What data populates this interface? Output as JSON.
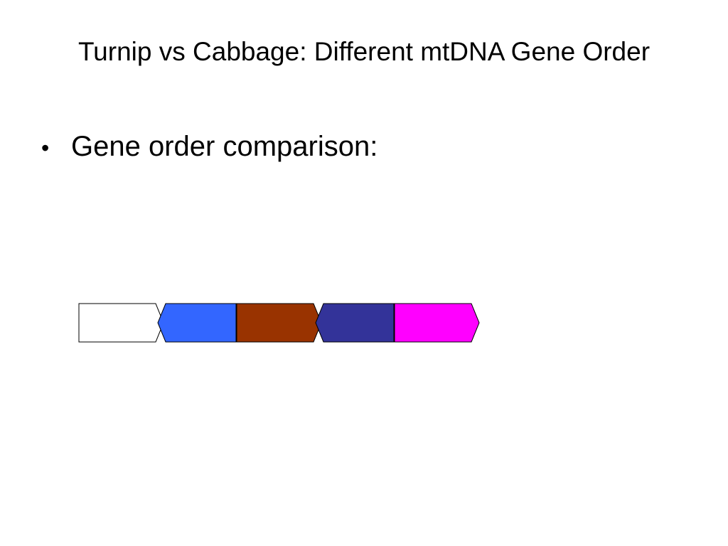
{
  "slide": {
    "title": "Turnip vs Cabbage: Different mtDNA Gene Order",
    "bullet_glyph": "•",
    "bullets": [
      "Gene order comparison:"
    ]
  },
  "gene_diagram": {
    "genes": [
      {
        "name": "",
        "direction": "right",
        "fill": "#FFFFFF"
      },
      {
        "name": "",
        "direction": "left",
        "fill": "#3366FF"
      },
      {
        "name": "",
        "direction": "right",
        "fill": "#993300"
      },
      {
        "name": "",
        "direction": "left",
        "fill": "#333399"
      },
      {
        "name": "",
        "direction": "right",
        "fill": "#FF00FF"
      }
    ],
    "outline_color": "#000000"
  }
}
